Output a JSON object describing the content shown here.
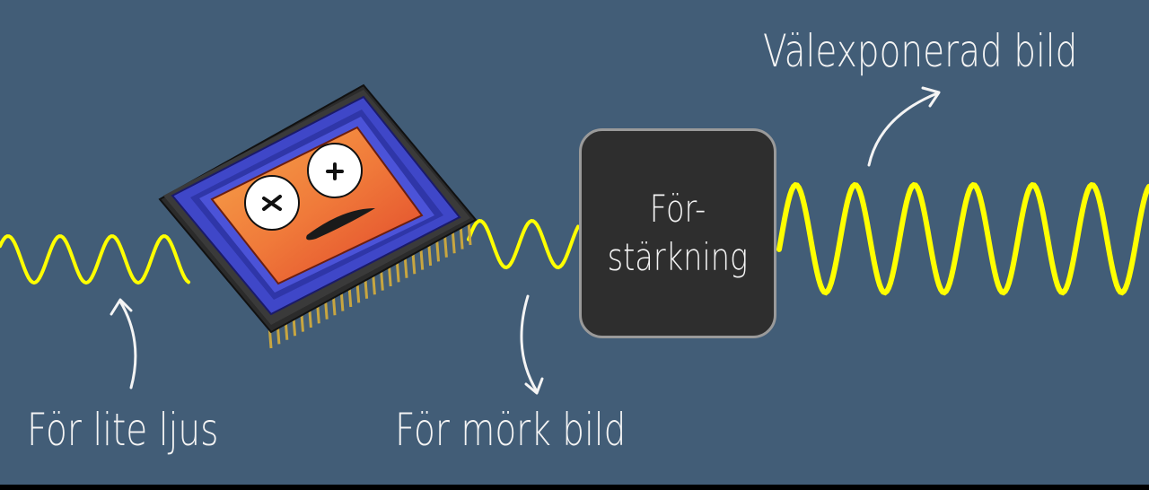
{
  "labels": {
    "too_little_light": "För lite ljus",
    "too_dark_image": "För mörk bild",
    "well_exposed_image": "Välexponerad bild"
  },
  "amplifier": {
    "line1": "För-",
    "line2": "stärkning"
  },
  "colors": {
    "background": "#425d77",
    "wave": "#ffff00",
    "amplifier_box": "#2e2e2e",
    "text": "#f4f4f4",
    "sensor_frame": "#3f47c8"
  }
}
